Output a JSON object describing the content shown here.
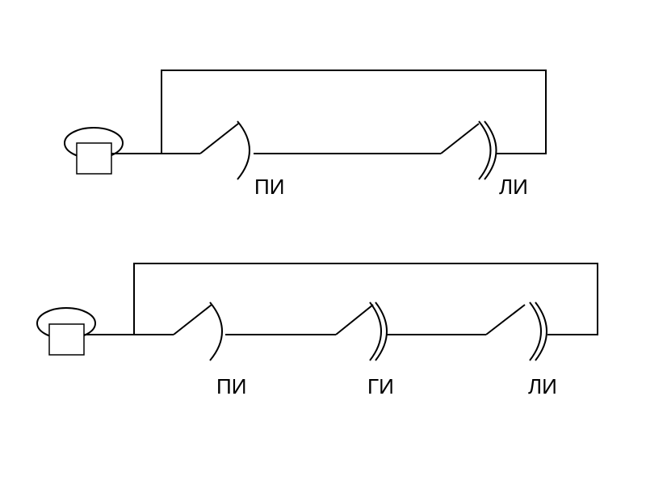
{
  "diagrams": [
    {
      "detectors": [
        {
          "label": "ПИ",
          "type": "single-arc"
        },
        {
          "label": "ЛИ",
          "type": "double-arc"
        }
      ]
    },
    {
      "detectors": [
        {
          "label": "ПИ",
          "type": "single-arc"
        },
        {
          "label": "ГИ",
          "type": "double-arc"
        },
        {
          "label": "ЛИ",
          "type": "double-arc"
        }
      ]
    }
  ],
  "colors": {
    "line": "#000000",
    "background": "#ffffff"
  }
}
